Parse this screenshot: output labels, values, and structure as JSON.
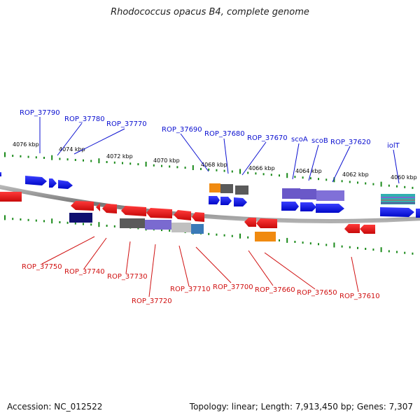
{
  "title": "Rhodococcus opacus B4, complete genome",
  "footer": {
    "accession_label": "Accession:",
    "accession": "NC_012522",
    "topology_label": "Topology:",
    "topology": "linear",
    "length_label": "Length:",
    "length": "7,913,450 bp",
    "genes_label": "Genes:",
    "genes": "7,307"
  },
  "ruler_labels": [
    "4076 kbp",
    "4074 kbp",
    "4072 kbp",
    "4070 kbp",
    "4068 kbp",
    "4066 kbp",
    "4064 kbp",
    "4062 kbp",
    "4060 kbp"
  ],
  "top_gene_labels": [
    "ROP_37790",
    "ROP_37780",
    "ROP_37770",
    "ROP_37690",
    "ROP_37680",
    "ROP_37670",
    "scoA",
    "scoB",
    "ROP_37620",
    "iolT"
  ],
  "bottom_gene_labels": [
    "ROP_37750",
    "ROP_37740",
    "ROP_37730",
    "ROP_37720",
    "ROP_37710",
    "ROP_37700",
    "ROP_37660",
    "ROP_37650",
    "ROP_37610"
  ],
  "colors": {
    "forward_gene": "#0a0ff0",
    "reverse_gene": "#e8151a",
    "forward_label": "#0a0fd0",
    "reverse_label": "#d01010",
    "tick": "#1a8a1a",
    "backbone": "#8a8a8a",
    "navy": "#101070",
    "orange": "#f08a10",
    "gray_block": "#5a5a5a",
    "purple_block": "#6a58c8",
    "light_gray_block": "#c0c0c0",
    "steel_blue_block": "#3a7ab8",
    "teal_block": "#30b0b0"
  }
}
